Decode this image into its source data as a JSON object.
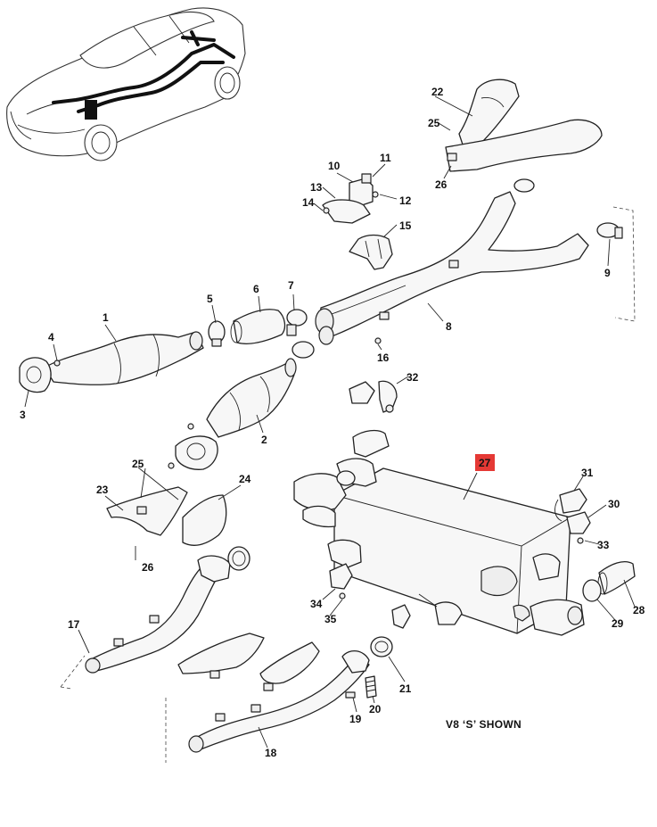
{
  "diagram": {
    "caption": "V8 ‘S’ SHOWN",
    "highlight_color": "#e53935",
    "callouts": {
      "c1": "1",
      "c2": "2",
      "c3": "3",
      "c4": "4",
      "c5": "5",
      "c6": "6",
      "c7": "7",
      "c8": "8",
      "c9": "9",
      "c10": "10",
      "c11": "11",
      "c12": "12",
      "c13": "13",
      "c14": "14",
      "c15": "15",
      "c16": "16",
      "c17": "17",
      "c18": "18",
      "c19": "19",
      "c20": "20",
      "c21": "21",
      "c22": "22",
      "c23": "23",
      "c24": "24",
      "c25a": "25",
      "c25b": "25",
      "c26a": "26",
      "c26b": "26",
      "c27": "27",
      "c28": "28",
      "c29": "29",
      "c30": "30",
      "c31": "31",
      "c32": "32",
      "c33": "33",
      "c34": "34",
      "c35": "35"
    }
  }
}
